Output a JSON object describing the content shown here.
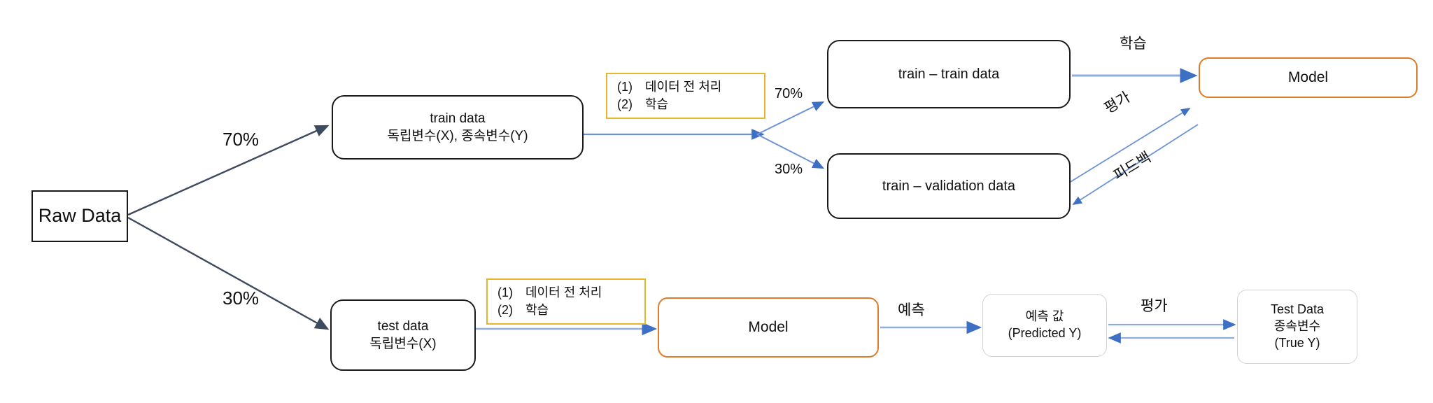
{
  "diagram": {
    "title": "Train / Test split machine learning workflow",
    "colors": {
      "flow_arrow_blue": "#4472C4",
      "split_arrow_navy": "#3E4A5E",
      "note_border_yellow": "#E8B62C",
      "model_border_orange": "#E07B28",
      "box_border_black": "#1A1A1A",
      "box_border_gray": "#D2D2D2",
      "background": "#FFFFFF"
    }
  },
  "nodes": {
    "raw_data": {
      "line1": "Raw Data"
    },
    "train_data": {
      "line1": "train data",
      "line2": "독립변수(X), 종속변수(Y)"
    },
    "test_data": {
      "line1": "test data",
      "line2": "독립변수(X)"
    },
    "train_train_data": {
      "line1": "train – train data"
    },
    "train_validation_data": {
      "line1": "train – validation data"
    },
    "model_top": {
      "line1": "Model"
    },
    "model_bottom": {
      "line1": "Model"
    },
    "predicted_value": {
      "line1": "예측 값",
      "line2": "(Predicted Y)"
    },
    "test_true_y": {
      "line1": "Test Data",
      "line2": "종속변수",
      "line3": "(True Y)"
    }
  },
  "notes": {
    "top": {
      "item1_index": "(1)",
      "item1_text": "데이터 전 처리",
      "item2_index": "(2)",
      "item2_text": "학습"
    },
    "bottom": {
      "item1_index": "(1)",
      "item1_text": "데이터 전 처리",
      "item2_index": "(2)",
      "item2_text": "학습"
    }
  },
  "edge_labels": {
    "split_train": "70%",
    "split_test": "30%",
    "inner_split_train": "70%",
    "inner_split_validation": "30%",
    "train_to_model": "학습",
    "model_to_validation_eval": "평가",
    "validation_to_model_feedback": "피드백",
    "model_to_prediction": "예측",
    "prediction_vs_true": "평가"
  }
}
